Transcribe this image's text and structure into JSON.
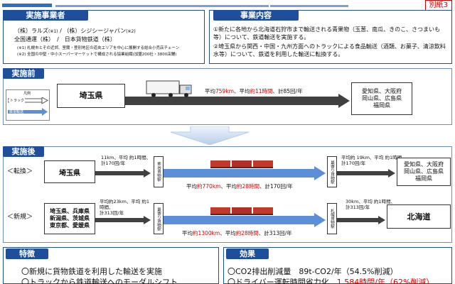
{
  "title": {
    "annex": "別紙3"
  },
  "operators": {
    "header": "実施事業者",
    "line1": "（株）ラルズ",
    "line1_note": "(※1)",
    "line1_b": "/ （株）シジシージャパン",
    "line1_note2": "(※2)",
    "line2": "全国通運（株）　/　日本貨物鉄道（株）",
    "note1": "(※1) 札幌市とその近郊、室蘭・登別地区の道央エリアを中心に展開する総合小売店チェーン",
    "note2": "(※2) 全国の中堅・中小スーパーマーケットで構成される協業組織(加盟200社・3800店舗)"
  },
  "project": {
    "header": "事業内容",
    "item1": "①新たに各地から北海道石狩市まで輸送される青果物（玉葱、南瓜、きのこ、さつまいも等）について、鉄道輸送を実施する。",
    "item2": "②埼玉県から関西・中国・九州方面へのトラックによる食品輸送（酒類、お菓子、清涼飲料水等）について、鉄道を利用した輸送に転換する。"
  },
  "before": {
    "header": "実施前",
    "legend_title": "凡例",
    "legend_truck": "トラック",
    "legend_rail": "鉄道輸送",
    "origin": "埼玉県",
    "route_pre": "平均",
    "route_km": "759km",
    "route_mid": "、平均",
    "route_hr": "約11時間",
    "route_post": "、計85回/年",
    "dest": "愛知県、大阪府\n岡山県、広島県\n福岡県"
  },
  "after": {
    "header": "実施後",
    "convert_label": "＜転換＞",
    "new_label": "＜新規＞",
    "convert_origin": "埼玉県",
    "convert_truck1": "11km、平均 約1時間、\n計170回/年",
    "convert_station1": "熊谷貨物駅",
    "convert_rail_pre": "平均",
    "convert_rail_km": "約770km",
    "convert_rail_mid": "、平均",
    "convert_rail_hr": "約28時間",
    "convert_rail_post": "、計170回/年",
    "convert_station2": "最寄り貨物駅",
    "convert_truck2": "平均約 19km、平均 約1時間、\n計170回/年",
    "convert_dest": "愛知県、大阪府\n岡山県、広島県\n福岡県",
    "new_origin": "埼玉県、兵庫県\n新潟県、茨城県\n東京都、愛媛県",
    "new_truck1": "平均約23km、平均 約1\n時間、\n計313回/年",
    "new_station1": "最寄り貨物駅",
    "new_rail_pre": "平均",
    "new_rail_km": "約1300km",
    "new_rail_mid": "、平均",
    "new_rail_hr": "約28時間",
    "new_rail_post": "、計313回/年",
    "new_station2": "札幌貨物駅",
    "new_truck2": "30km、平均 約1時間、\n計313回/年",
    "new_dest": "北海道"
  },
  "features": {
    "header": "特徴",
    "line1": "〇新規に貨物鉄道を利用した輸送を実施",
    "line2": "〇トラックから鉄道輸送へのモーダルシフト"
  },
  "effects": {
    "header": "効果",
    "line1": "〇CO2排出削減量　89t-CO2/年（54.5%削減）",
    "line2_pre": "〇ドライバー運転時間省力化　",
    "line2_red": "1,584時間/年（62%削減）"
  },
  "colors": {
    "brand": "#1f4e9a",
    "rail_arrow": "#5b8fd8",
    "truck_arrow": "#404040",
    "highlight": "#d40000"
  }
}
